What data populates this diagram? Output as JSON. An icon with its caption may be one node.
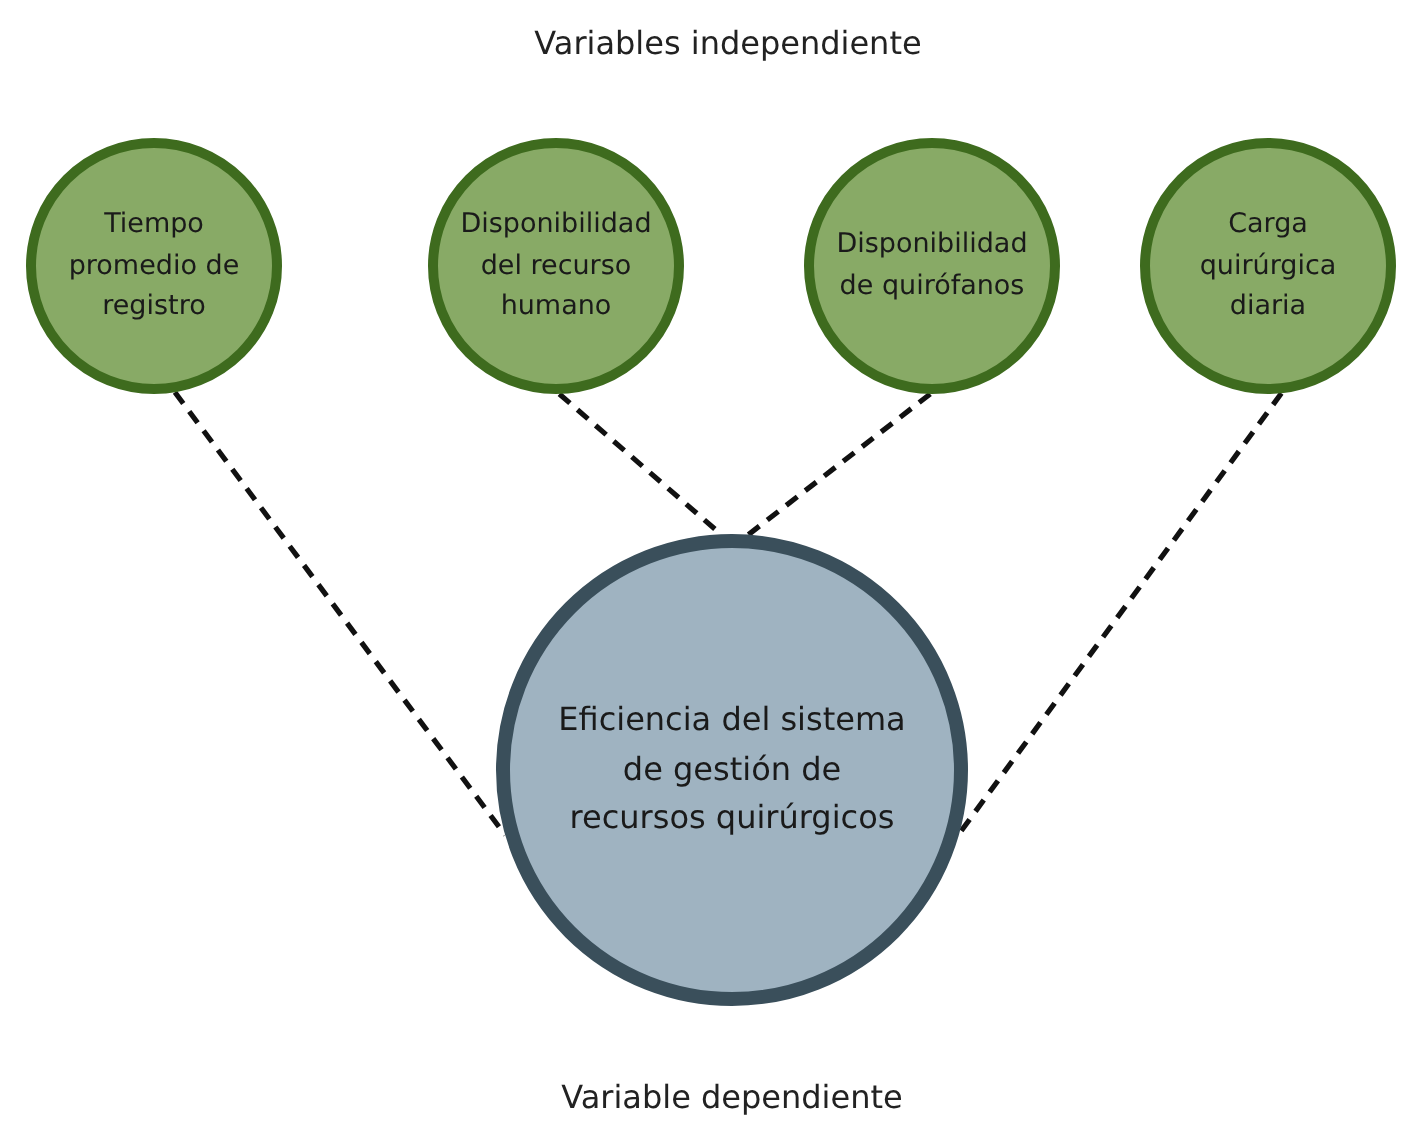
{
  "diagram": {
    "nodes": [
      {
        "text": [
          "Tiempo promedio de registro"
        ]
      },
      {
        "text": [
          "Disponibilidad del recurso humano"
        ]
      },
      {
        "text": [
          "Disponibilidad de quirófanos"
        ]
      },
      {
        "text": [
          "Carga quirúrgica diaria"
        ]
      },
      {
        "text": [
          "Eficiencia del sistema de gestión de recursos quirúrgicos"
        ]
      }
    ],
    "edges": [
      {
        "from": 0,
        "to": 4,
        "arrow": "none",
        "style": "dashed"
      },
      {
        "from": 1,
        "to": 4,
        "arrow": "none",
        "style": "dashed"
      },
      {
        "from": 2,
        "to": 4,
        "arrow": "none",
        "style": "dashed"
      },
      {
        "from": 3,
        "to": 4,
        "arrow": "none",
        "style": "dashed"
      }
    ],
    "labels": [
      "Variables independiente",
      "Variable dependiente"
    ]
  }
}
